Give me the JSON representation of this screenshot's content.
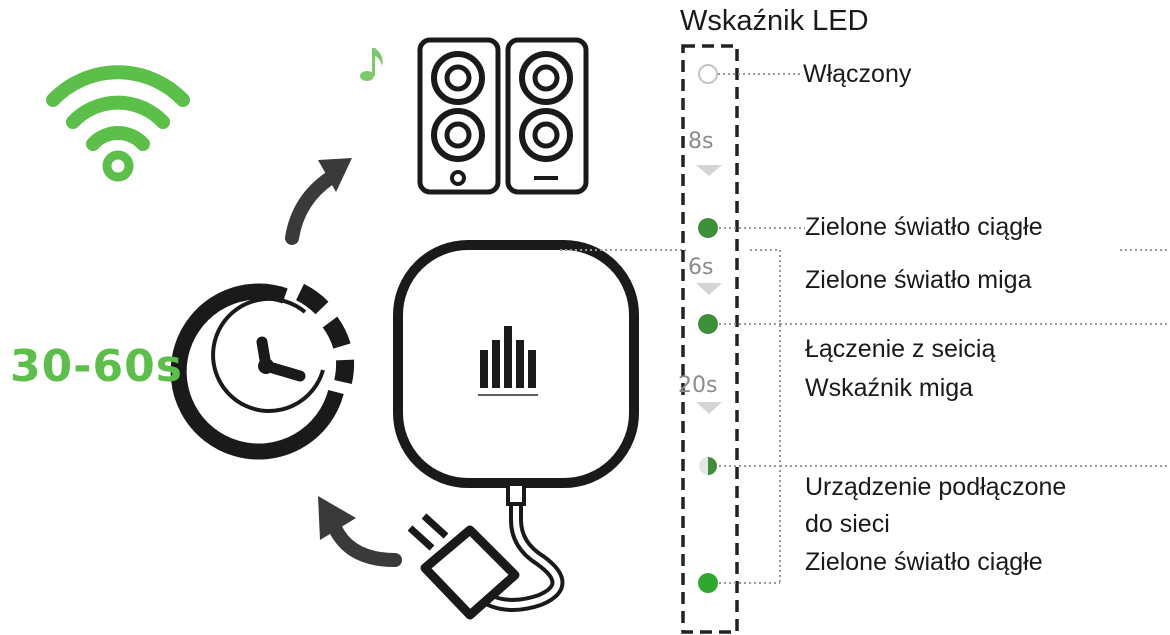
{
  "title": "Wskaźnik LED",
  "duration": "30-60s",
  "intervals": [
    "8s",
    "6s",
    "20s"
  ],
  "labels": {
    "on": "Włączony",
    "solid_green_1": "Zielone światło ciągłe",
    "blinking_green": "Zielone światło miga",
    "connecting_1": "Łączenie z seicią",
    "connecting_2": "Wskaźnik miga",
    "connected_1": "Urządzenie podłączone",
    "connected_2": "do sieci",
    "solid_green_2": "Zielone światło ciągłe"
  },
  "colors": {
    "brand_green": "#5bbf4a",
    "led_dark_green": "#3f8f3a",
    "led_bright_green": "#2ea82e",
    "outline": "#1a1a1a",
    "arrow_grey": "#c9c9c9"
  },
  "icons": [
    "wifi-icon",
    "music-note-icon",
    "speakers-icon",
    "timer-icon",
    "hub-device-icon",
    "power-adapter-icon",
    "arrow-up-icon",
    "arrow-back-icon"
  ]
}
